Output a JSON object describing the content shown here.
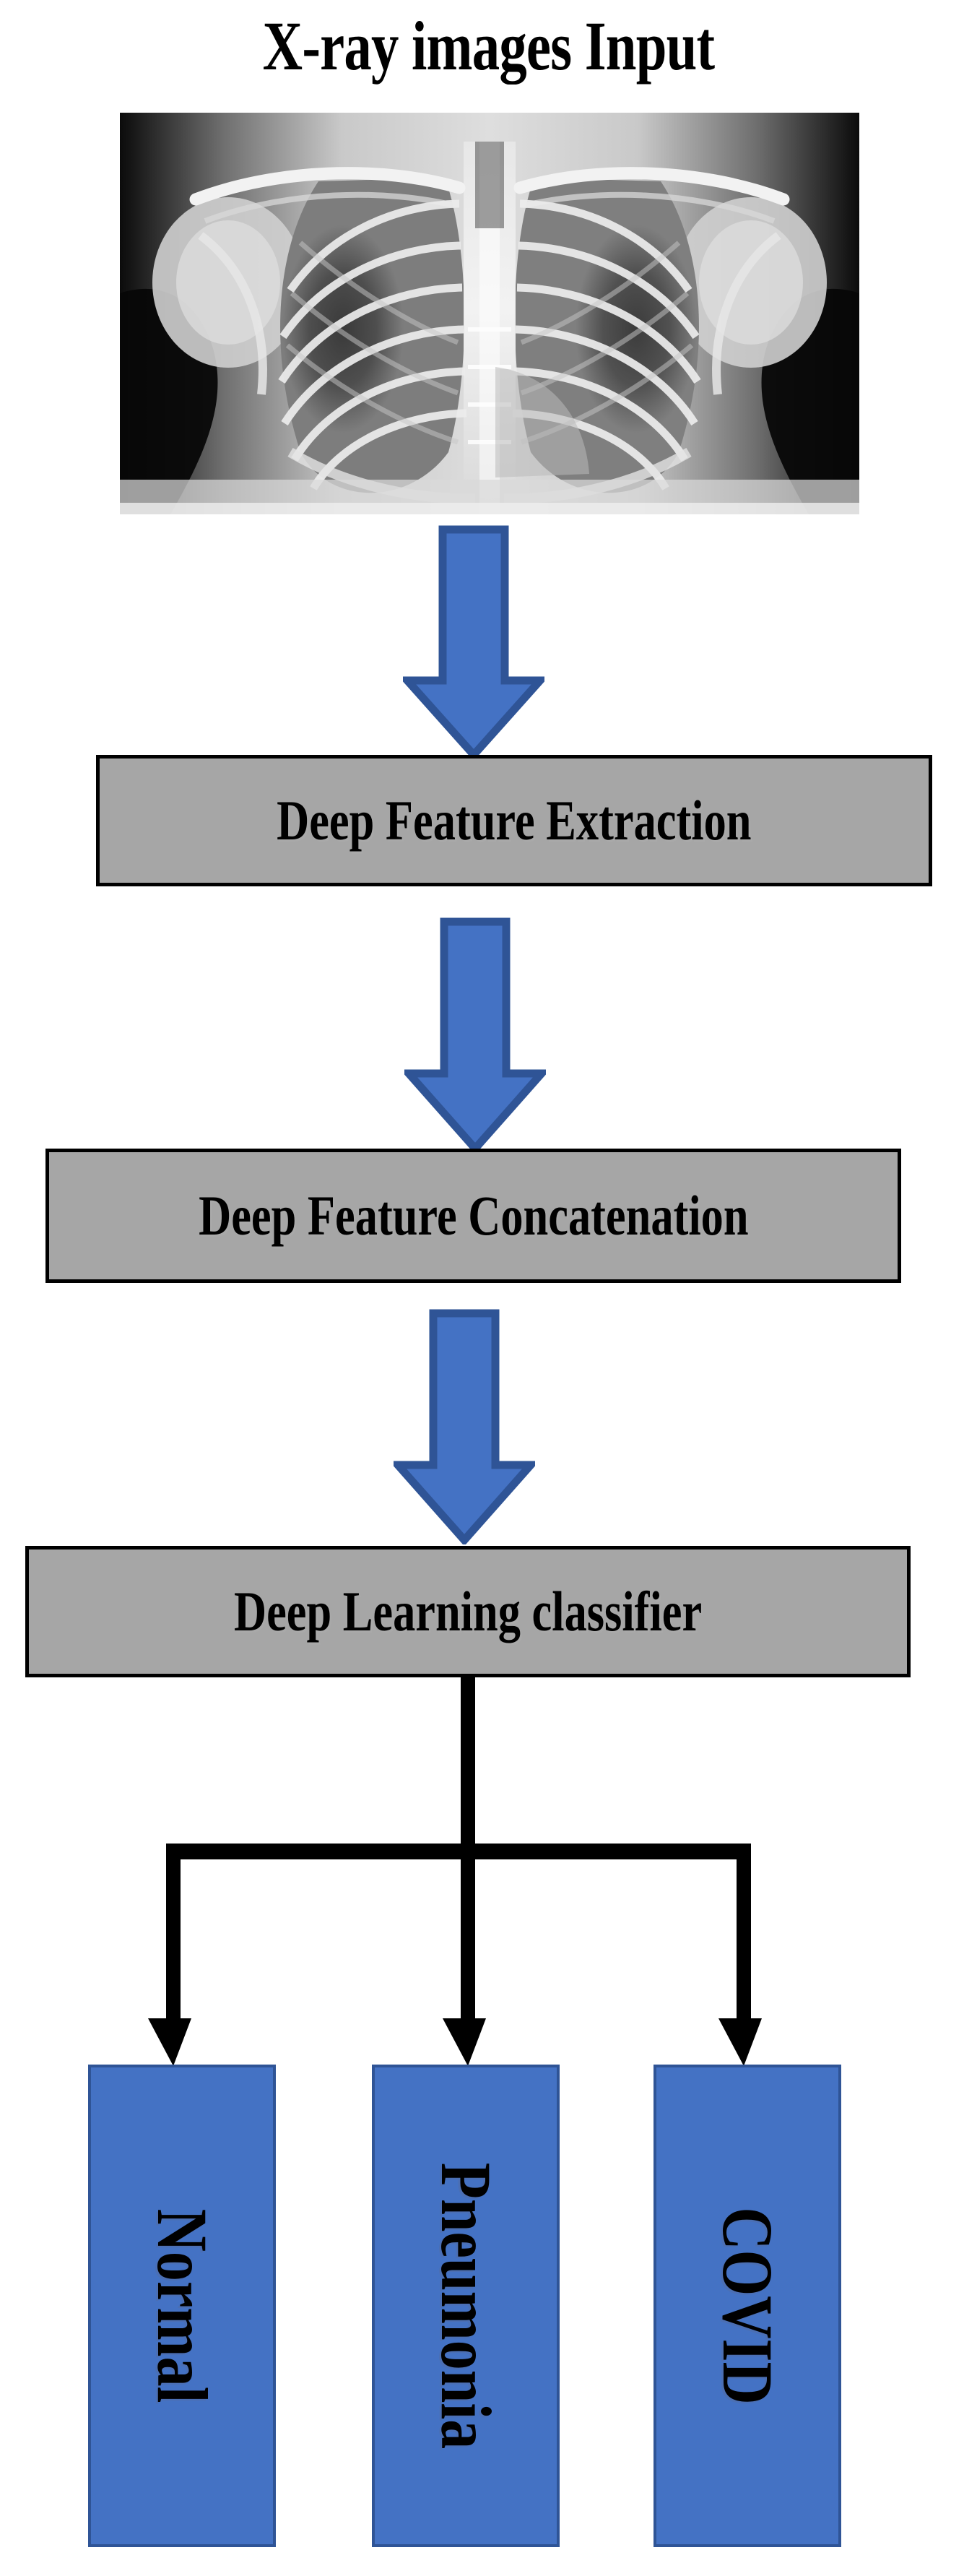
{
  "diagram": {
    "title": "X-ray images Input",
    "input_image": {
      "name": "chest-xray-radiograph",
      "description": "Chest X-ray radiograph",
      "alt": "Frontal chest X-ray showing ribs, clavicles, spine and lung fields"
    },
    "stages": [
      {
        "id": "deep-feature-extraction",
        "label": "Deep Feature Extraction"
      },
      {
        "id": "deep-feature-concatenation",
        "label": "Deep Feature Concatenation"
      },
      {
        "id": "deep-learning-classifier",
        "label": "Deep Learning classifier"
      }
    ],
    "outputs": [
      {
        "id": "normal",
        "label": "Normal"
      },
      {
        "id": "pneumonia",
        "label": "Pneumonia"
      },
      {
        "id": "covid",
        "label": "COVID"
      }
    ],
    "connectors": {
      "block_arrow_count": 3,
      "branch_arrow_count": 3,
      "branch_style": "orthogonal-split"
    },
    "colors": {
      "background": "#ffffff",
      "process_box_fill": "#a6a6a6",
      "process_box_border": "#000000",
      "block_arrow_fill": "#4472c4",
      "block_arrow_border": "#2f5496",
      "output_box_fill": "#4472c4",
      "output_box_border": "#2f5496",
      "connector_line": "#000000",
      "text": "#000000"
    }
  }
}
